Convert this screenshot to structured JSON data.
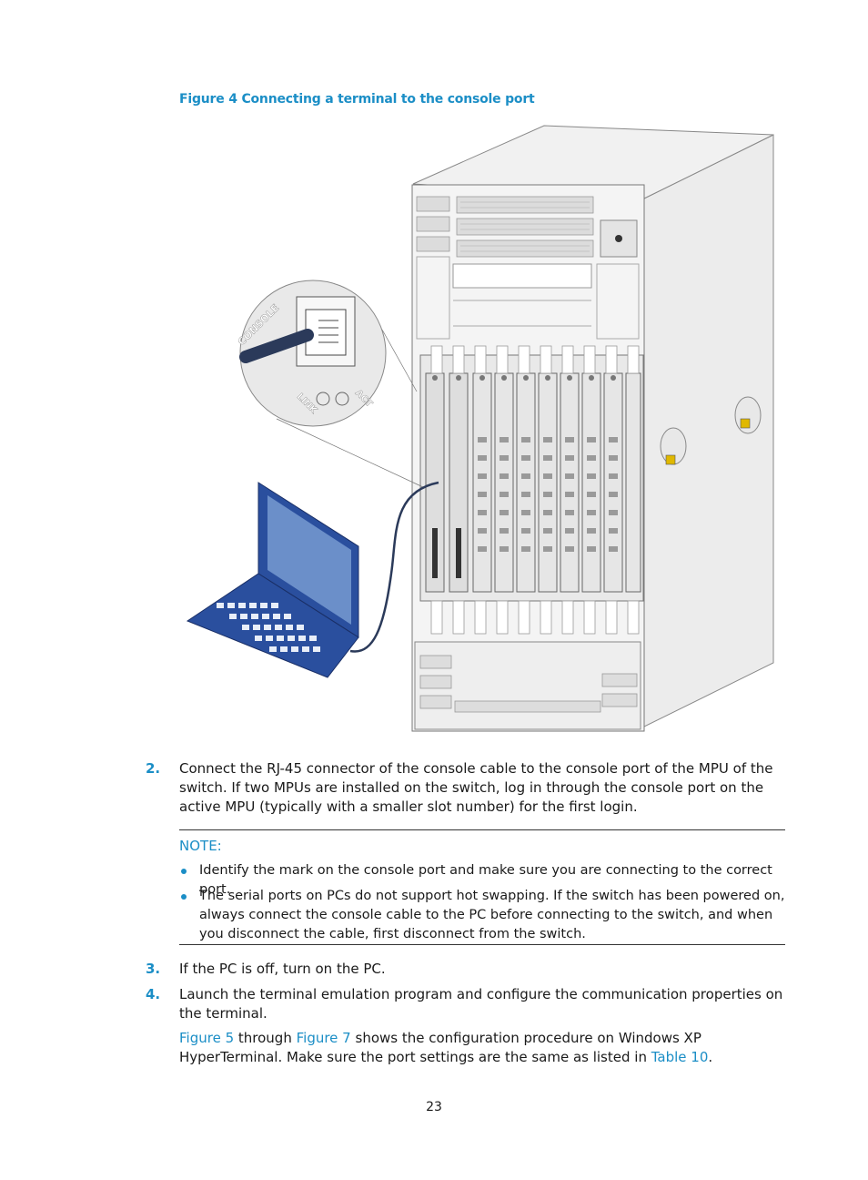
{
  "figure": {
    "caption": "Figure 4 Connecting a terminal to the console port",
    "callout": {
      "console_label": "CONSOLE",
      "link_label": "LINK",
      "act_label": "ACT"
    }
  },
  "steps": [
    {
      "number": "2.",
      "text": "Connect the RJ-45 connector of the console cable to the console port of the MPU of the switch. If two MPUs are installed on the switch, log in through the console port on the active MPU (typically with a smaller slot number) for the first login."
    },
    {
      "number": "3.",
      "text": "If the PC is off, turn on the PC."
    },
    {
      "number": "4.",
      "text": "Launch the terminal emulation program and configure the communication properties on the terminal."
    }
  ],
  "note": {
    "title": "NOTE:",
    "items": [
      "Identify the mark on the console port and make sure you are connecting to the correct port.",
      "The serial ports on PCs do not support hot swapping. If the switch has been powered on, always connect the console cable to the PC before connecting to the switch, and when you disconnect the cable, first disconnect from the switch."
    ]
  },
  "followup": {
    "link1": "Figure 5",
    "t1": " through ",
    "link2": "Figure 7",
    "t2": " shows the configuration procedure on Windows XP HyperTerminal. Make sure the port settings are the same as listed in ",
    "link3": "Table 10",
    "t3": "."
  },
  "page_number": "23",
  "colors": {
    "accent": "#1b8ec6",
    "laptop_body": "#2a4f9e",
    "laptop_screen": "#6b8fc9"
  }
}
